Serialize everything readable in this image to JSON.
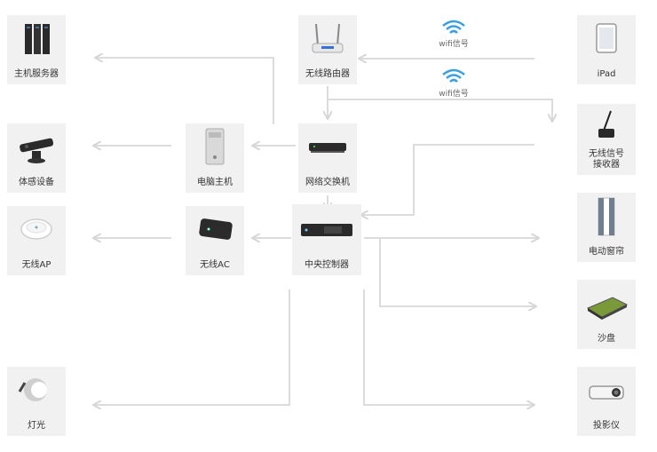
{
  "nodes": {
    "main_server": {
      "label": "主机服务器",
      "icon": "server-rack-icon"
    },
    "motion_device": {
      "label": "体感设备",
      "icon": "motion-sensor-icon"
    },
    "wireless_ap": {
      "label": "无线AP",
      "icon": "access-point-icon"
    },
    "light": {
      "label": "灯光",
      "icon": "lamp-icon"
    },
    "computer_host": {
      "label": "电脑主机",
      "icon": "pc-tower-icon"
    },
    "wireless_ac": {
      "label": "无线AC",
      "icon": "ac-controller-icon"
    },
    "wireless_router": {
      "label": "无线路由器",
      "icon": "router-icon"
    },
    "network_switch": {
      "label": "网络交换机",
      "icon": "switch-icon"
    },
    "central_controller": {
      "label": "中央控制器",
      "icon": "controller-icon"
    },
    "ipad": {
      "label": "iPad",
      "icon": "tablet-icon"
    },
    "wireless_receiver": {
      "label": "无线信号\n接收器",
      "icon": "antenna-receiver-icon"
    },
    "electric_curtain": {
      "label": "电动窗帘",
      "icon": "curtain-icon"
    },
    "sand_table": {
      "label": "沙盘",
      "icon": "sand-table-icon"
    },
    "projector": {
      "label": "投影仪",
      "icon": "projector-icon"
    }
  },
  "wifi": {
    "label_top": "wifi信号",
    "label_bottom": "wifi信号",
    "icon": "wifi-icon"
  },
  "colors": {
    "arrow": "#d9d9d9",
    "tile_bg": "#f1f1f1",
    "wifi_blue": "#3aa0e0"
  }
}
